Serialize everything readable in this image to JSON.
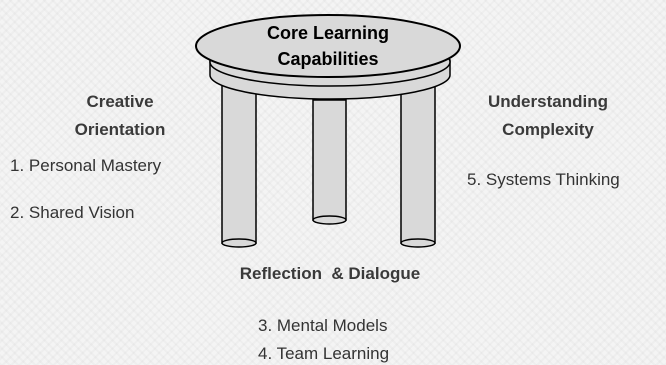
{
  "table_title_line1": "Core Learning",
  "table_title_line2": "Capabilities",
  "left_group": {
    "heading_line1": "Creative",
    "heading_line2": "Orientation",
    "items": [
      "1. Personal Mastery",
      "2. Shared Vision"
    ]
  },
  "right_group": {
    "heading_line1": "Understanding",
    "heading_line2": "Complexity",
    "items": [
      "5. Systems Thinking"
    ]
  },
  "bottom_group": {
    "heading": "Reflection  & Dialogue",
    "items": [
      "3. Mental Models",
      "4. Team Learning"
    ]
  },
  "colors": {
    "table_fill": "#d9d9d9",
    "outline": "#000000",
    "text": "#333333"
  }
}
